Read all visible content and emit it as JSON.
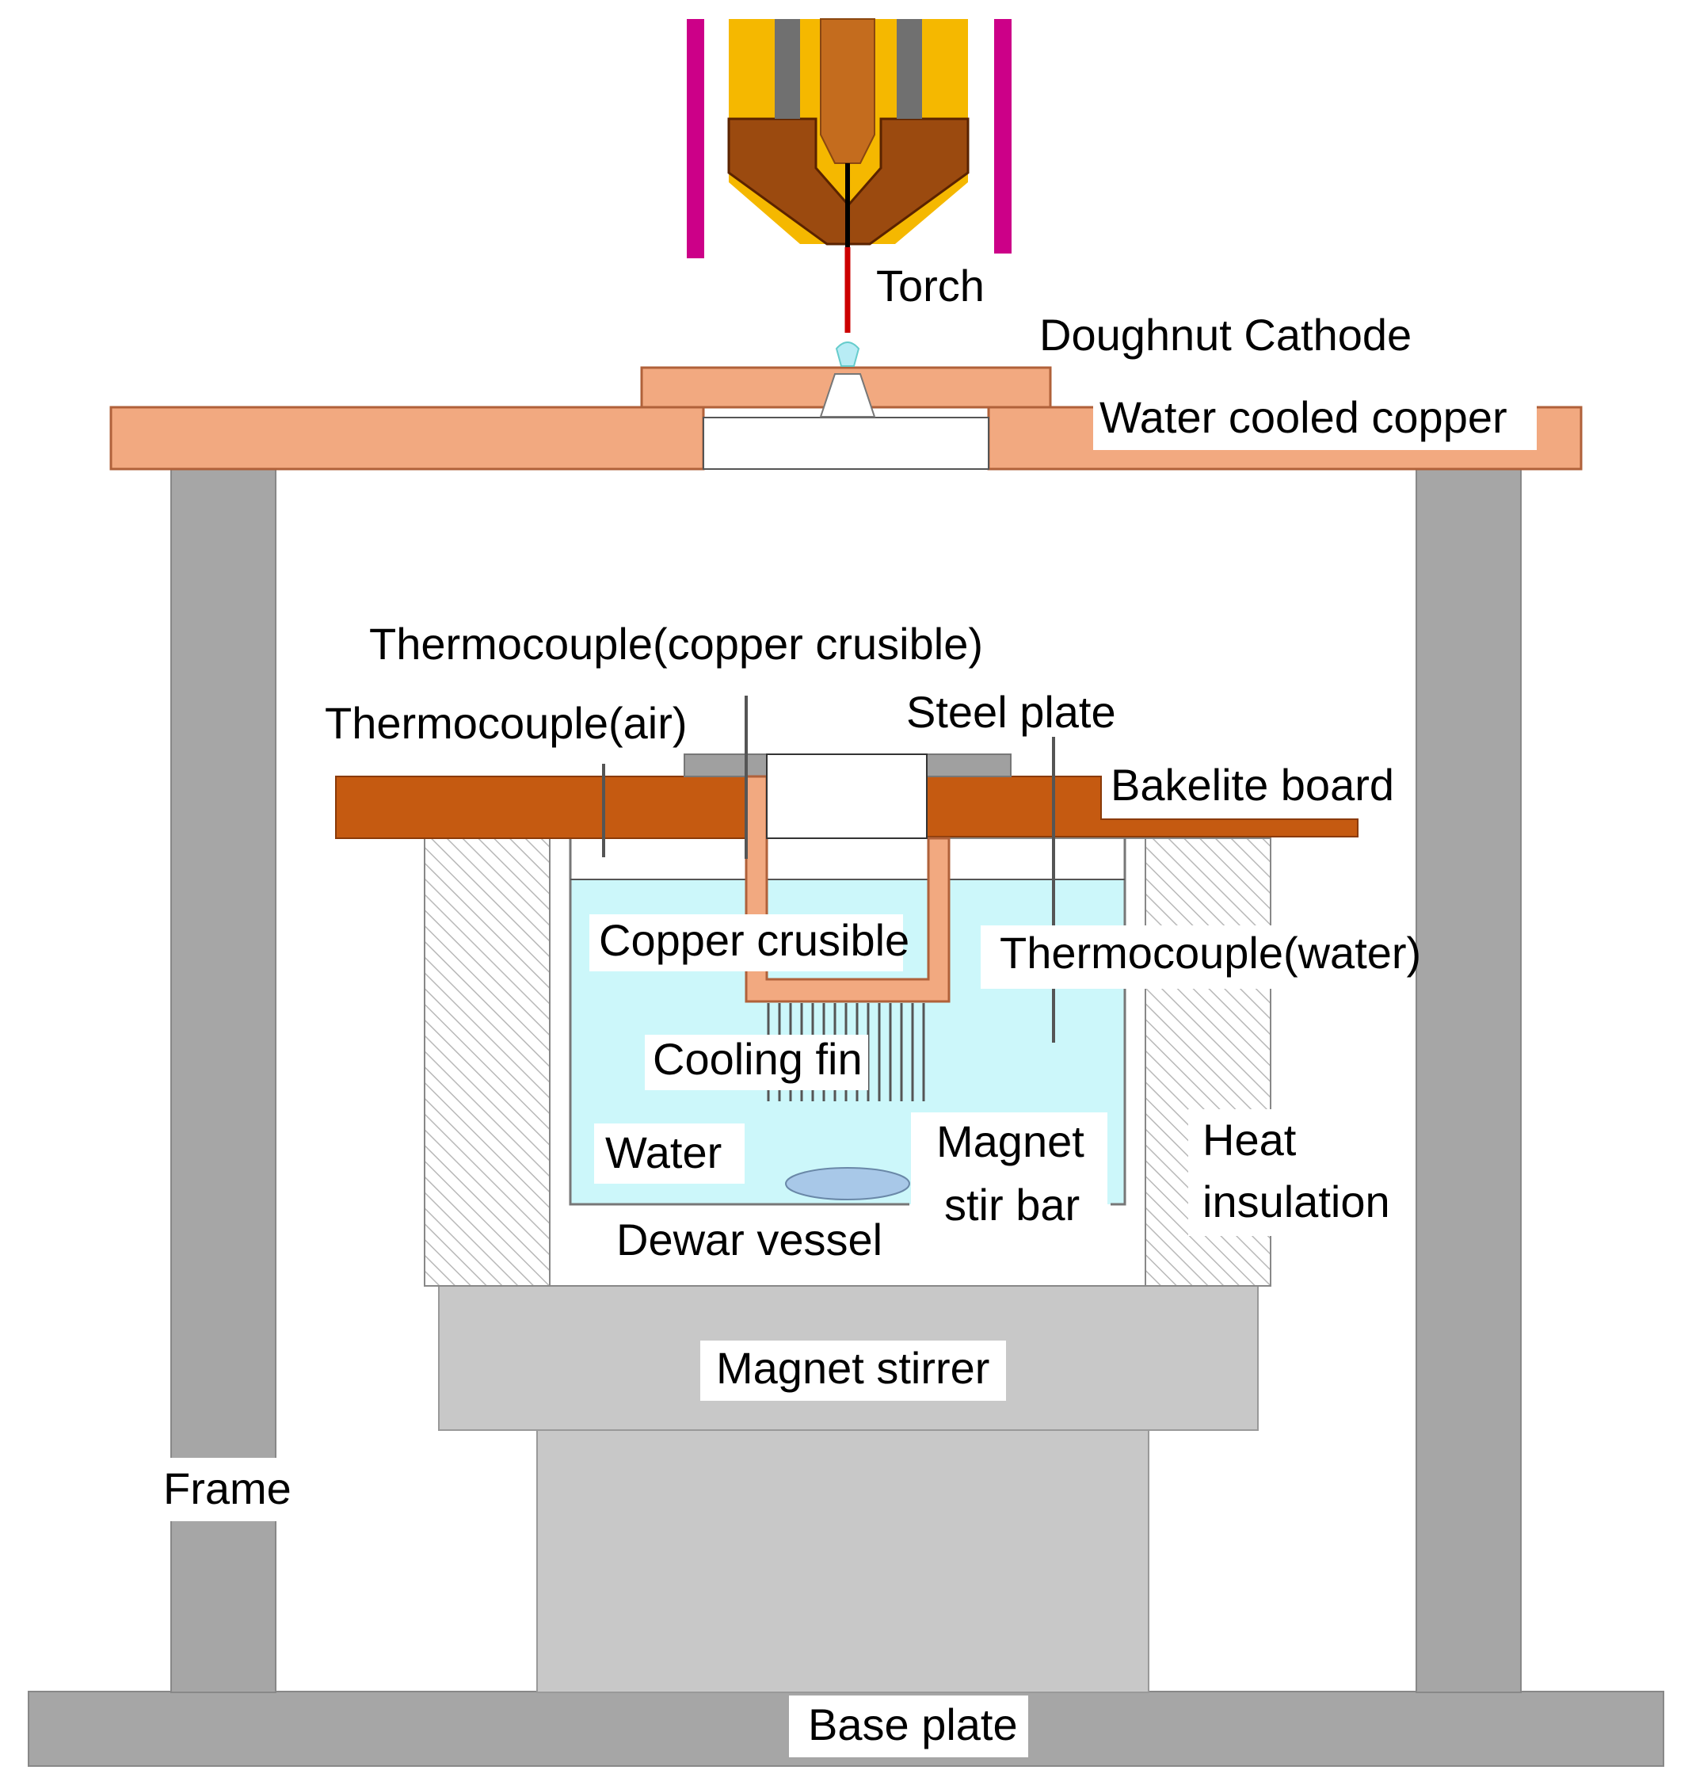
{
  "labels": {
    "torch": "Torch",
    "doughnut_cathode": "Doughnut Cathode",
    "water_cooled_copper": "Water cooled copper",
    "thermocouple_copper_crucible": "Thermocouple(copper crusible)",
    "thermocouple_air": "Thermocouple(air)",
    "steel_plate": "Steel plate",
    "bakelite_board": "Bakelite board",
    "copper_crucible": "Copper crusible",
    "thermocouple_water": "Thermocouple(water)",
    "cooling_fin": "Cooling fin",
    "water": "Water",
    "magnet_stir_bar_line1": "Magnet",
    "magnet_stir_bar_line2": "stir bar",
    "heat_insulation_line1": "Heat",
    "heat_insulation_line2": "insulation",
    "dewar_vessel": "Dewar vessel",
    "magnet_stirrer": "Magnet stirrer",
    "frame": "Frame",
    "base_plate": "Base plate"
  },
  "colors": {
    "copper": "#f2a980",
    "copper_outline": "#b0613a",
    "bakelite": "#c55a11",
    "frame_gray": "#a6a6a6",
    "stirrer_gray": "#c8c8c8",
    "water": "#ccf7fa",
    "torch_gold": "#f5b800",
    "torch_brown": "#9b4a0f",
    "torch_dark": "#5a2300",
    "torch_grey": "#707070",
    "electrode": "#c46c1e",
    "magenta": "#cc0088",
    "steel_plate": "#a0a0a0",
    "stir_bar": "#a8c8e8"
  }
}
